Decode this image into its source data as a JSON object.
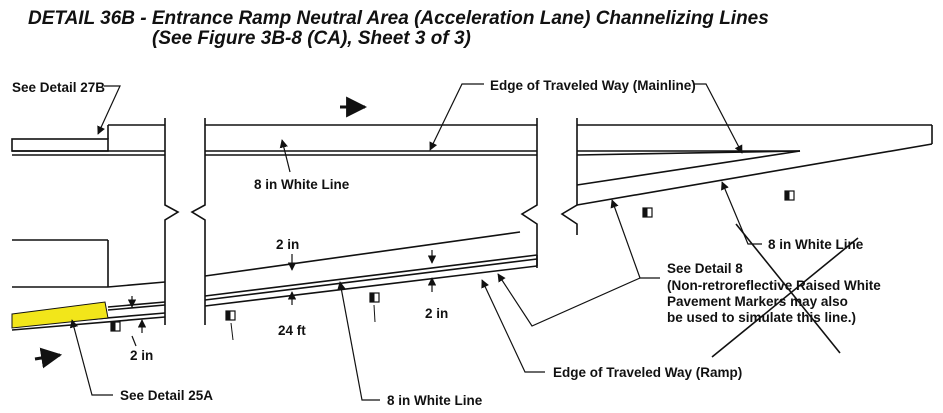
{
  "title": {
    "line1": "DETAIL 36B - Entrance Ramp Neutral Area (Acceleration Lane) Channelizing Lines",
    "line2": "(See Figure 3B-8 (CA), Sheet 3 of 3)"
  },
  "labels": {
    "see_detail_27b": "See Detail 27B",
    "edge_mainline": "Edge of Traveled Way (Mainline)",
    "white_line_8_a": "8 in White Line",
    "white_line_8_b": "8 in White Line",
    "white_line_8_c": "8 in White Line",
    "dim_2in_a": "2 in",
    "dim_2in_b": "2 in",
    "dim_2in_c": "2 in",
    "dim_24ft": "24 ft",
    "see_detail_8": "See Detail 8",
    "note_line1": "(Non-retroreflective Raised White",
    "note_line2": "Pavement Markers may also",
    "note_line3": "be used to simulate this line.)",
    "edge_ramp": "Edge of Traveled Way (Ramp)",
    "see_detail_25a": "See Detail 25A"
  },
  "colors": {
    "ink": "#111111",
    "yellow_line": "#f2e61a"
  }
}
